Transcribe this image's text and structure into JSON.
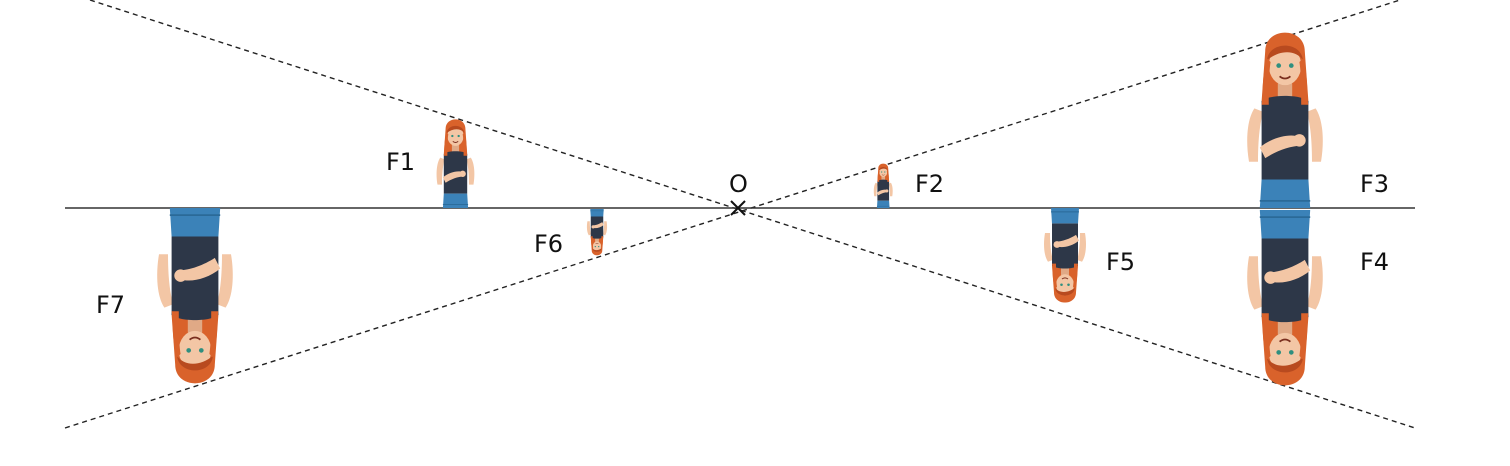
{
  "diagram": {
    "origin_label": "O",
    "figures": [
      {
        "id": "f1",
        "label": "F1",
        "orientation": "upright"
      },
      {
        "id": "f2",
        "label": "F2",
        "orientation": "upright"
      },
      {
        "id": "f3",
        "label": "F3",
        "orientation": "upright"
      },
      {
        "id": "f4",
        "label": "F4",
        "orientation": "inverted"
      },
      {
        "id": "f5",
        "label": "F5",
        "orientation": "inverted"
      },
      {
        "id": "f6",
        "label": "F6",
        "orientation": "inverted"
      },
      {
        "id": "f7",
        "label": "F7",
        "orientation": "inverted"
      }
    ],
    "colors": {
      "hair": "#d9622b",
      "hair_dark": "#b84a1f",
      "skin": "#f3c6a5",
      "skin_shade": "#e0a986",
      "top": "#2d3748",
      "jeans": "#3b82b8",
      "eyes": "#2f8f7f",
      "lines": "#222222"
    }
  }
}
